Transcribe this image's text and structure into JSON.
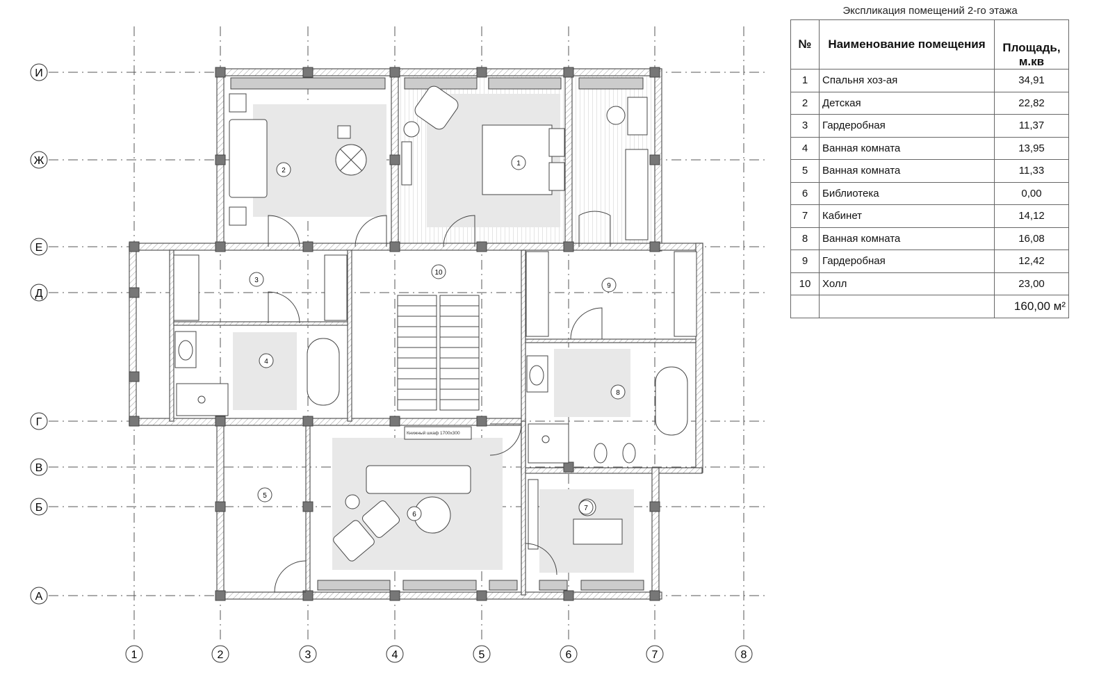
{
  "table": {
    "title": "Экспликация помещений 2-го этажа",
    "headers": {
      "no": "№",
      "name": "Наименование помещения",
      "area": "Площадь, м.кв"
    },
    "rows": [
      {
        "no": "1",
        "name": "Спальня хоз-ая",
        "area": "34,91"
      },
      {
        "no": "2",
        "name": "Детская",
        "area": "22,82"
      },
      {
        "no": "3",
        "name": "Гардеробная",
        "area": "11,37"
      },
      {
        "no": "4",
        "name": "Ванная комната",
        "area": "13,95"
      },
      {
        "no": "5",
        "name": "Ванная комната",
        "area": "11,33"
      },
      {
        "no": "6",
        "name": "Библиотека",
        "area": "0,00"
      },
      {
        "no": "7",
        "name": "Кабинет",
        "area": "14,12"
      },
      {
        "no": "8",
        "name": "Ванная комната",
        "area": "16,08"
      },
      {
        "no": "9",
        "name": "Гардеробная",
        "area": "12,42"
      },
      {
        "no": "10",
        "name": "Холл",
        "area": "23,00"
      }
    ],
    "total": "160,00 м²"
  },
  "plan": {
    "column_axes": [
      "1",
      "2",
      "3",
      "4",
      "5",
      "6",
      "7",
      "8"
    ],
    "row_axes": [
      "И",
      "Ж",
      "Е",
      "Д",
      "Г",
      "В",
      "Б",
      "А"
    ],
    "room_tags": [
      "1",
      "2",
      "3",
      "4",
      "5",
      "6",
      "7",
      "8",
      "9",
      "10"
    ],
    "bookshelf_label": "Книжный шкаф 1700х300"
  }
}
